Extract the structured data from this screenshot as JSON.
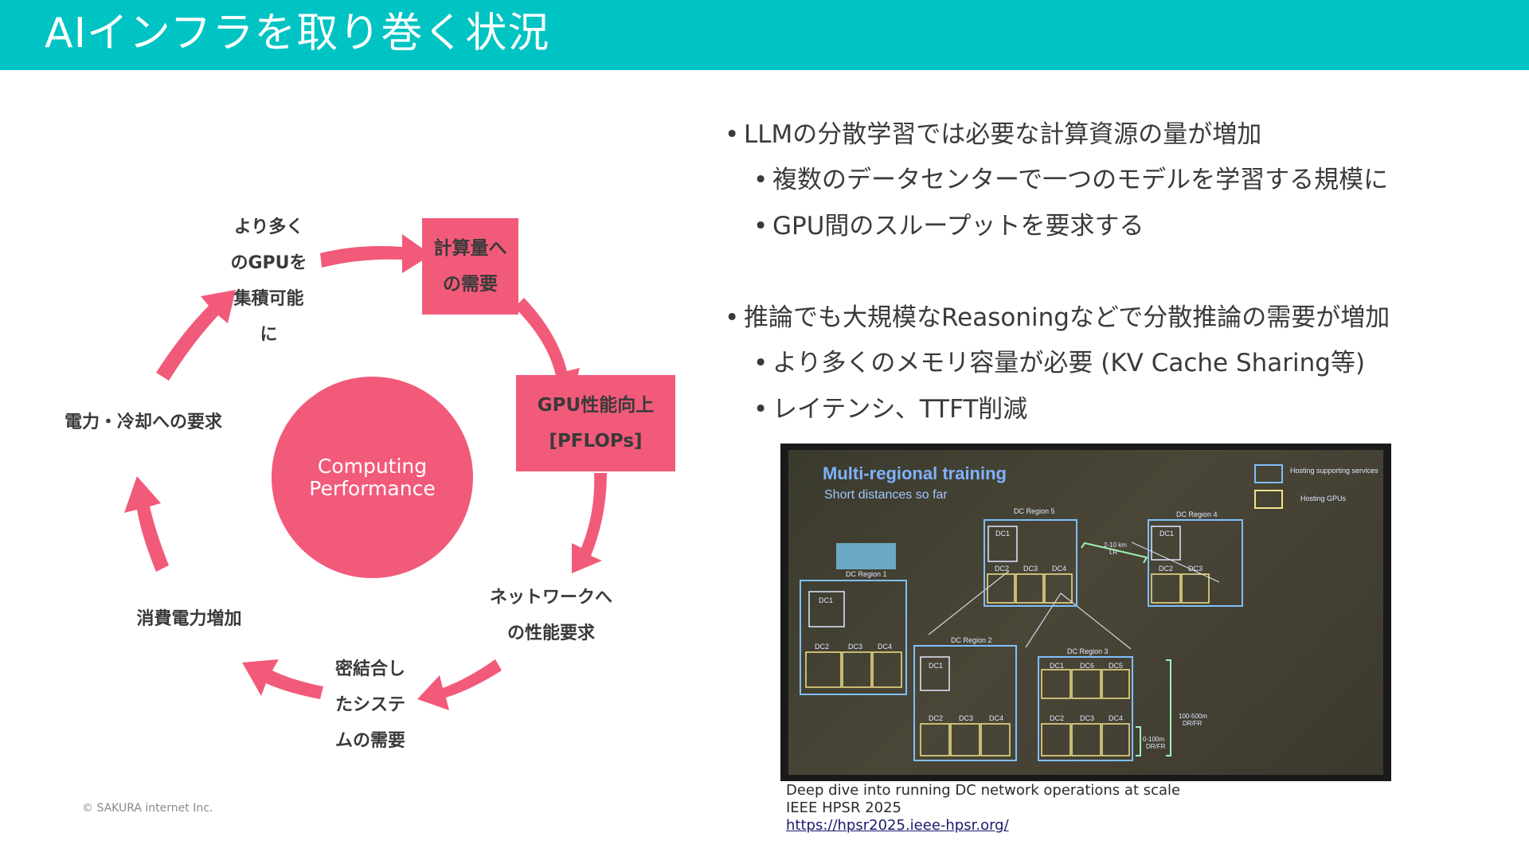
{
  "title": "AIインフラを取り巻く状況",
  "colors": {
    "header": "#00c3c3",
    "accent": "#f25a7a",
    "text": "#3a3a3a"
  },
  "cycle": {
    "center": [
      "Computing",
      "Performance"
    ],
    "gpu_integration": [
      "より多く",
      "のGPUを",
      "集積可能",
      "に"
    ],
    "compute_demand": [
      "計算量へ",
      "の需要"
    ],
    "gpu_perf": [
      "GPU性能向上",
      "[PFLOPs]"
    ],
    "network": [
      "ネットワークへ",
      "の性能要求"
    ],
    "tight_system": [
      "密結合し",
      "たシステ",
      "ムの需要"
    ],
    "power_consumption": "消費電力増加",
    "power_cooling": "電力・冷却への要求"
  },
  "bullets": [
    {
      "level": 1,
      "text": "LLMの分散学習では必要な計算資源の量が増加"
    },
    {
      "level": 2,
      "text": "複数のデータセンターで一つのモデルを学習する規模に"
    },
    {
      "level": 2,
      "text": "GPU間のスループットを要求する"
    },
    {
      "level": 1,
      "text": "推論でも大規模なReasoningなどで分散推論の需要が増加"
    },
    {
      "level": 2,
      "text": "より多くのメモリ容量が必要 (KV Cache Sharing等)"
    },
    {
      "level": 2,
      "text": "レイテンシ、TTFT削減"
    }
  ],
  "slide_photo": {
    "title": "Multi-regional training",
    "subtitle": "Short distances so far",
    "legend_support": "Hosting supporting services",
    "legend_gpus": "Hosting GPUs",
    "regions": {
      "r1": {
        "name": "DC Region 1",
        "dcs": [
          "DC1",
          "DC2",
          "DC3",
          "DC4"
        ]
      },
      "r2": {
        "name": "DC Region 2",
        "dcs": [
          "DC1",
          "DC2",
          "DC3",
          "DC4"
        ]
      },
      "r3": {
        "name": "DC Region 3",
        "dcs": [
          "DC1",
          "DC6",
          "DC5",
          "DC2",
          "DC3",
          "DC4"
        ]
      },
      "r4": {
        "name": "DC Region 4",
        "dcs": [
          "DC1",
          "DC2",
          "DC3"
        ]
      },
      "r5": {
        "name": "DC Region 5",
        "dcs": [
          "DC1",
          "DC2",
          "DC3",
          "DC4"
        ]
      }
    },
    "dist_lr": [
      "2-10 km",
      "LR"
    ],
    "dist_dr": [
      "100-500m",
      "DR/FR"
    ],
    "dist_short": [
      "0-100m",
      "DR/FR"
    ]
  },
  "caption": {
    "line1": "Deep dive into running DC network operations at scale",
    "line2": "IEEE HPSR 2025",
    "link": "https://hpsr2025.ieee-hpsr.org/"
  },
  "copyright": "© SAKURA internet Inc."
}
